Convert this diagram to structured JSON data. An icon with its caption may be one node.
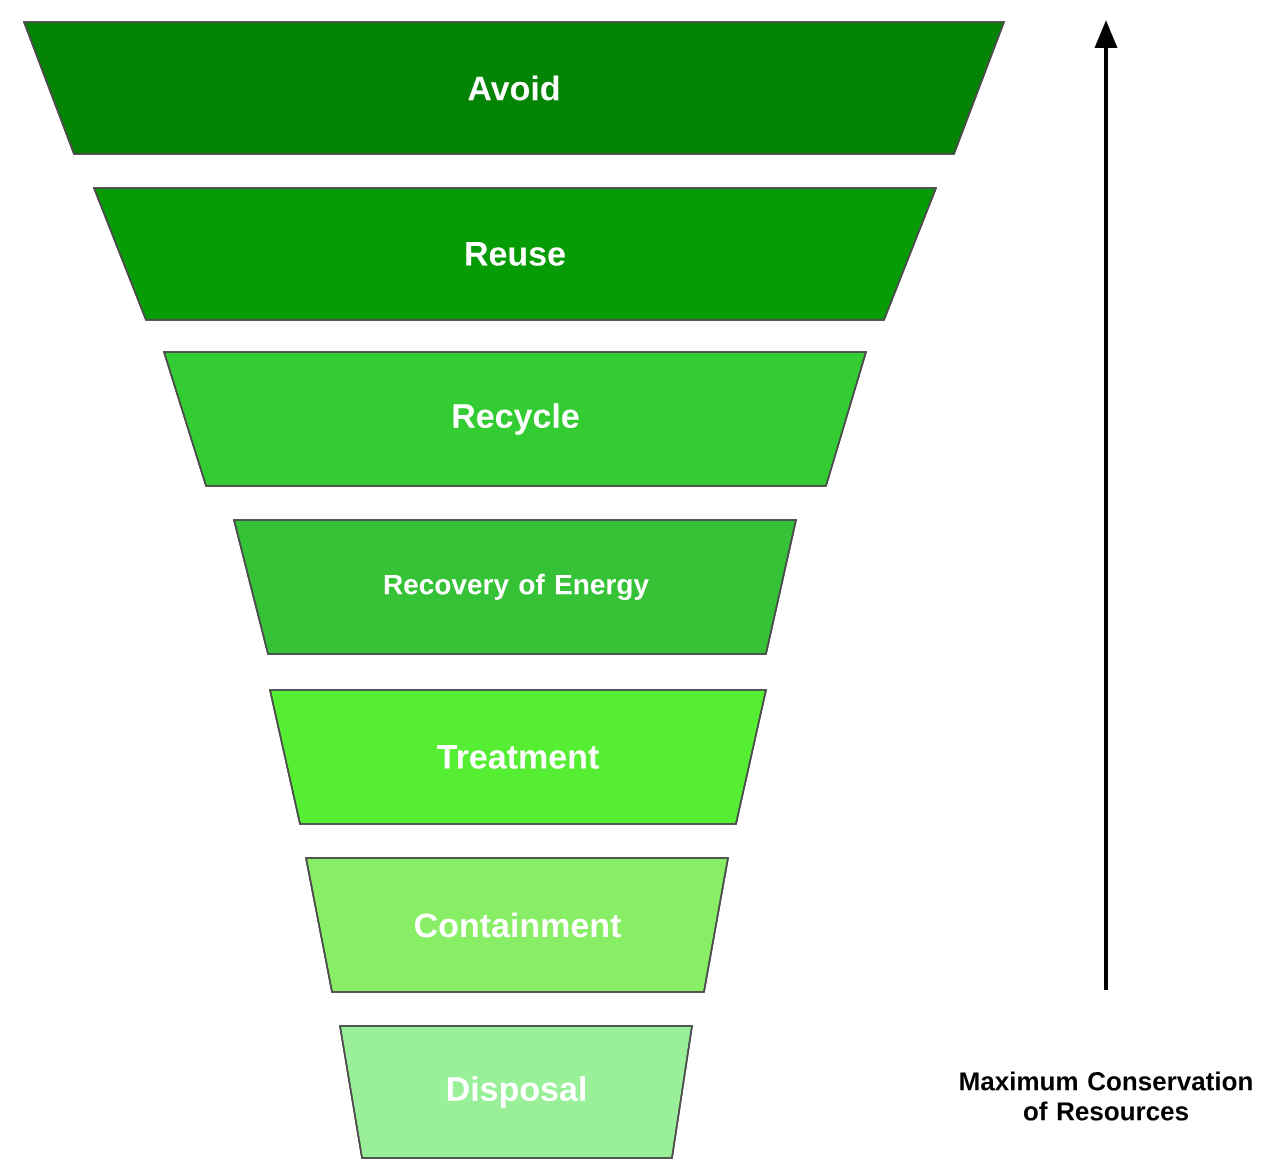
{
  "diagram": {
    "nodes": [
      {
        "text": [
          "Avoid"
        ]
      },
      {
        "text": [
          "Reuse"
        ]
      },
      {
        "text": [
          "Recycle"
        ]
      },
      {
        "text": [
          "Recovery of Energy"
        ]
      },
      {
        "text": [
          "Treatment"
        ]
      },
      {
        "text": [
          "Containment"
        ]
      },
      {
        "text": [
          "Disposal"
        ]
      }
    ],
    "labels": [
      "Maximum Conservation of Resources"
    ]
  }
}
